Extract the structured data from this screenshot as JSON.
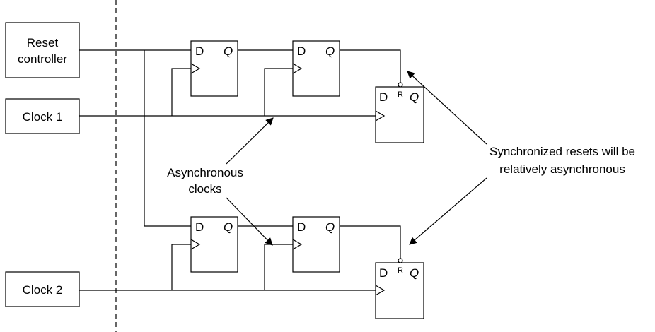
{
  "sources": {
    "reset_line1": "Reset",
    "reset_line2": "controller",
    "clock1": "Clock 1",
    "clock2": "Clock 2"
  },
  "ports": {
    "d": "D",
    "q": "Q",
    "r": "R"
  },
  "annotations": {
    "async_line1": "Asynchronous",
    "async_line2": "clocks",
    "sync_line1": "Synchronized resets will be",
    "sync_line2": "relatively asynchronous"
  }
}
